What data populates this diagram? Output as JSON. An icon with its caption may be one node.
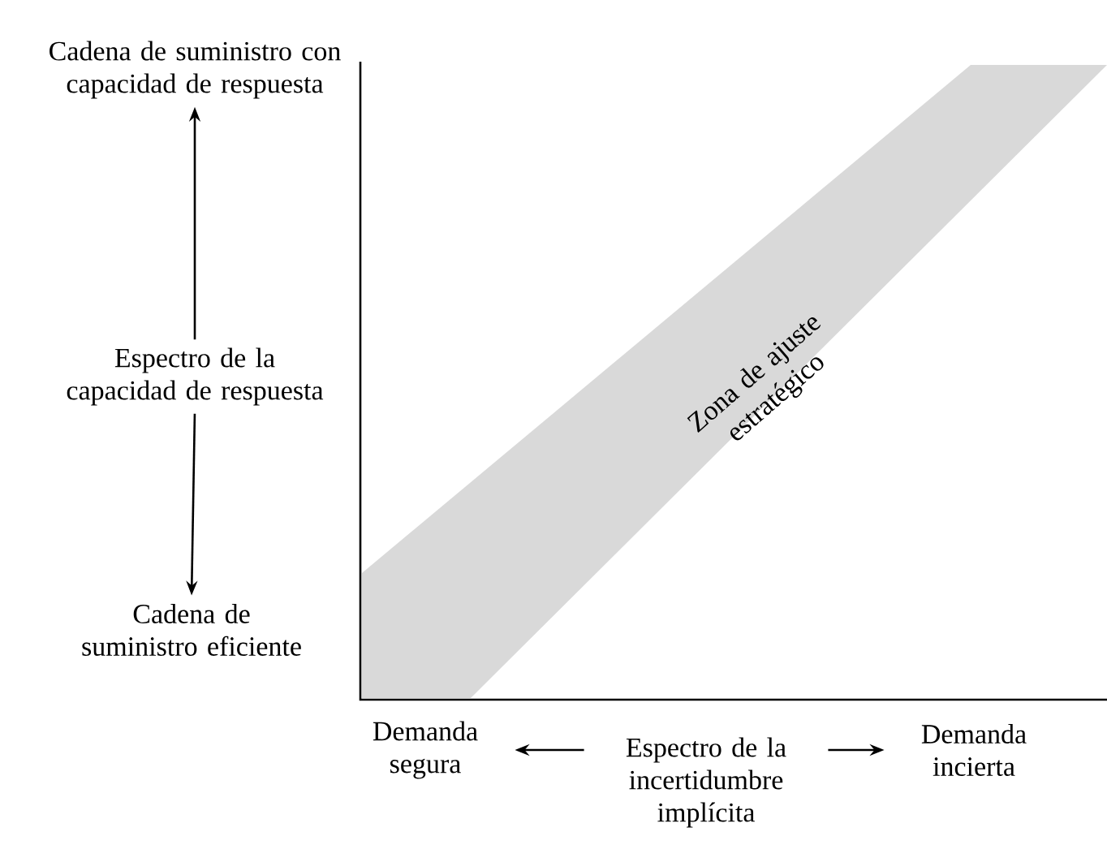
{
  "diagram": {
    "nodes": [
      {
        "text": [
          "Cadena de suministro con capacidad de respuesta"
        ]
      },
      {
        "text": [
          "Espectro de la capacidad de respuesta"
        ]
      },
      {
        "text": [
          "Cadena de suministro eficiente"
        ]
      },
      {
        "text": [
          "Zona de ajuste estratégico"
        ]
      },
      {
        "text": [
          "Demanda segura"
        ]
      },
      {
        "text": [
          "Espectro de la incertidumbre implícita"
        ]
      },
      {
        "text": [
          "Demanda incierta"
        ]
      }
    ],
    "edges": [
      {
        "from": 1,
        "to": 0,
        "arrow": "to"
      },
      {
        "from": 1,
        "to": 2,
        "arrow": "to"
      },
      {
        "from": 5,
        "to": 4,
        "arrow": "to"
      },
      {
        "from": 5,
        "to": 6,
        "arrow": "to"
      }
    ]
  }
}
